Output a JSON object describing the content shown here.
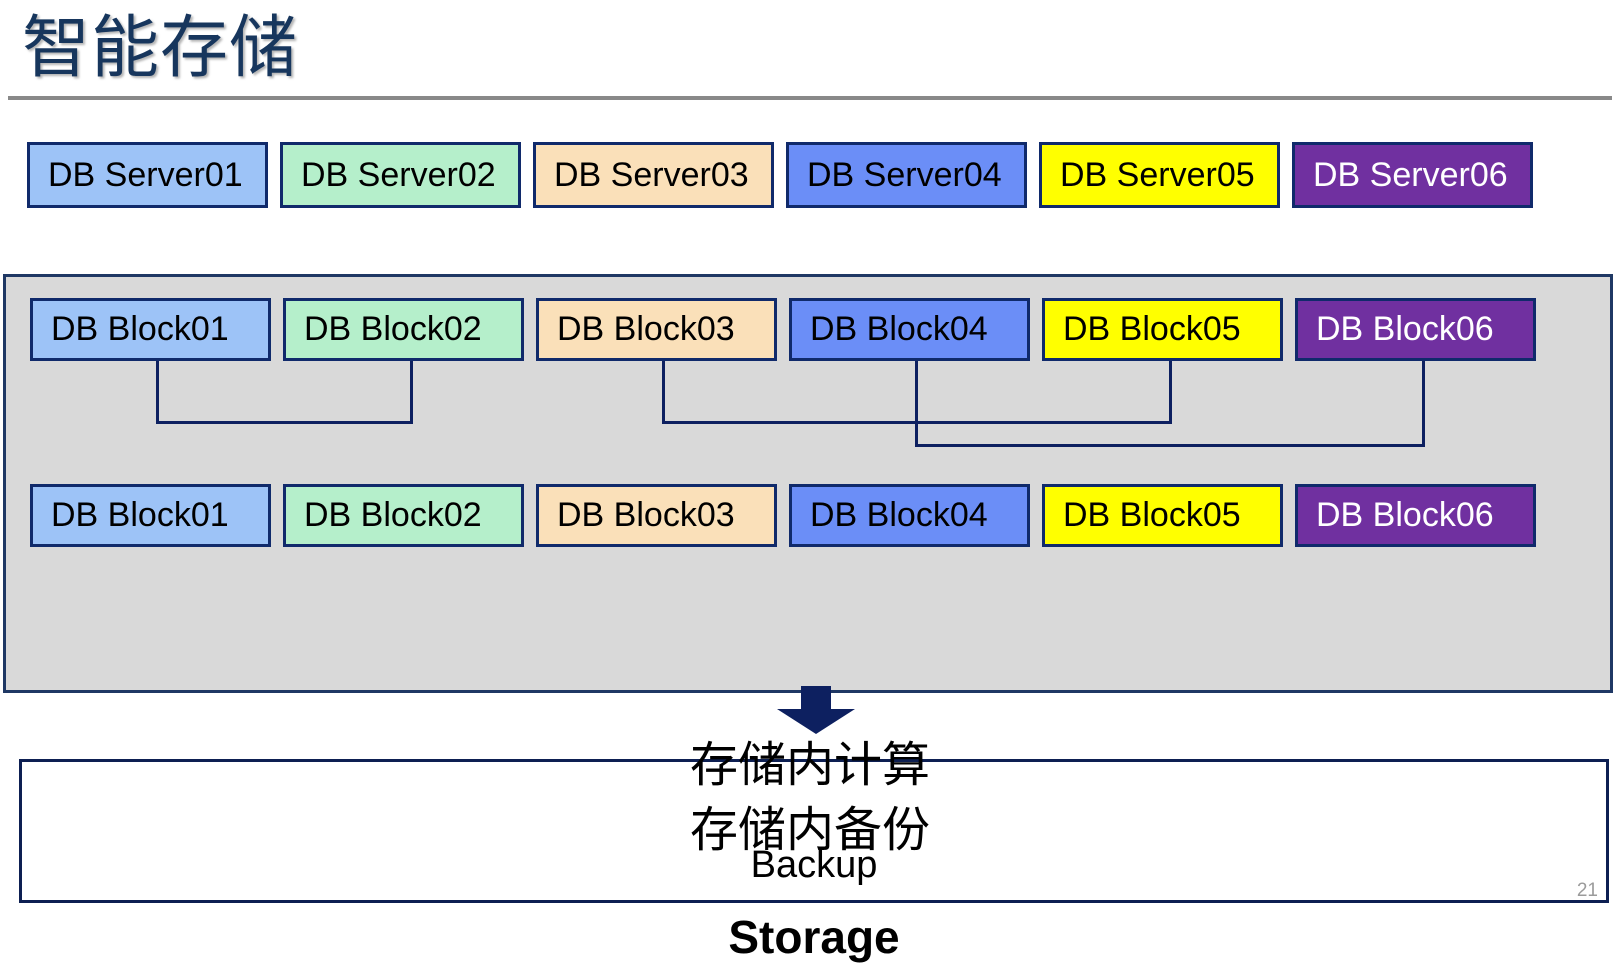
{
  "slide": {
    "title": "智能存储",
    "page_number": "21",
    "colors": {
      "title_text": "#17365D",
      "rule": "#898989",
      "node_border": "#102A6B",
      "panel_fill": "#D9D9D9",
      "panel_border": "#1F3864",
      "connector": "#0D2060",
      "arrow": "#0D2060",
      "backup_fill": "#FFFFFF"
    }
  },
  "server_row": {
    "name": "db-server-row",
    "items": [
      {
        "label": "DB Server01",
        "fill": "#9DC3F7",
        "text_color": "#000000"
      },
      {
        "label": "DB Server02",
        "fill": "#B5EFCB",
        "text_color": "#000000"
      },
      {
        "label": "DB Server03",
        "fill": "#FAE0B9",
        "text_color": "#000000"
      },
      {
        "label": "DB Server04",
        "fill": "#6B8EF7",
        "text_color": "#000000"
      },
      {
        "label": "DB Server05",
        "fill": "#FFFF00",
        "text_color": "#000000"
      },
      {
        "label": "DB Server06",
        "fill": "#7030A0",
        "text_color": "#FFFFFF"
      }
    ]
  },
  "storage": {
    "panel_label": "Storage",
    "backup_label": "Backup",
    "primary_blocks": [
      {
        "label": "DB Block01",
        "fill": "#9DC3F7",
        "text_color": "#000000"
      },
      {
        "label": "DB Block02",
        "fill": "#B5EFCB",
        "text_color": "#000000"
      },
      {
        "label": "DB Block03",
        "fill": "#FAE0B9",
        "text_color": "#000000"
      },
      {
        "label": "DB Block04",
        "fill": "#6B8EF7",
        "text_color": "#000000"
      },
      {
        "label": "DB Block05",
        "fill": "#FFFF00",
        "text_color": "#000000"
      },
      {
        "label": "DB Block06",
        "fill": "#7030A0",
        "text_color": "#FFFFFF"
      }
    ],
    "backup_blocks": [
      {
        "label": "DB Block01",
        "fill": "#9DC3F7",
        "text_color": "#000000"
      },
      {
        "label": "DB Block02",
        "fill": "#B5EFCB",
        "text_color": "#000000"
      },
      {
        "label": "DB Block03",
        "fill": "#FAE0B9",
        "text_color": "#000000"
      },
      {
        "label": "DB Block04",
        "fill": "#6B8EF7",
        "text_color": "#000000"
      },
      {
        "label": "DB Block05",
        "fill": "#FFFF00",
        "text_color": "#000000"
      },
      {
        "label": "DB Block06",
        "fill": "#7030A0",
        "text_color": "#FFFFFF"
      }
    ],
    "pairings": [
      {
        "from": "DB Block01",
        "to": "DB Block02"
      },
      {
        "from": "DB Block03",
        "to": "DB Block05"
      },
      {
        "from": "DB Block04",
        "to": "DB Block06"
      }
    ]
  },
  "captions": [
    "存储内计算",
    "存储内备份"
  ]
}
